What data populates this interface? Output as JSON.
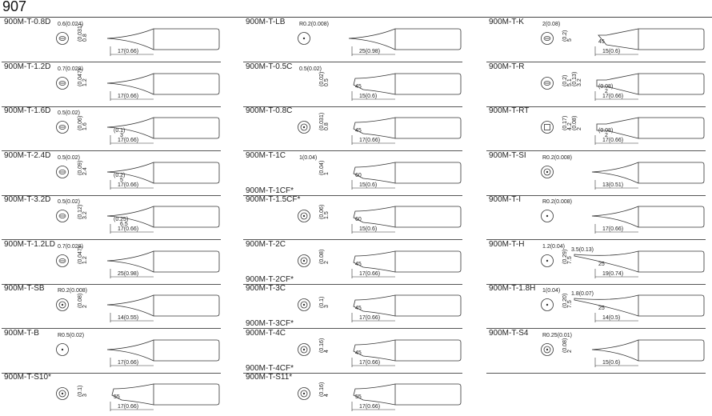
{
  "title": "907",
  "columns": [
    [
      {
        "label": "900M-T-0.8D",
        "face": "slot",
        "dims": [
          "(0.031)",
          "0.8"
        ],
        "lens": [
          "17(0.66)"
        ],
        "extra": [
          "0.6(0.024)"
        ],
        "tip": "D"
      },
      {
        "label": "900M-T-1.2D",
        "face": "slot",
        "dims": [
          "(0.047)",
          "1.2"
        ],
        "lens": [
          "17(0.66)"
        ],
        "extra": [
          "0.7(0.028)"
        ],
        "tip": "D"
      },
      {
        "label": "900M-T-1.6D",
        "face": "slot",
        "dims": [
          "(0.06)",
          "1.6"
        ],
        "lens": [
          "17(0.66)",
          "(0.1)",
          "3"
        ],
        "extra": [
          "0.5(0.02)"
        ],
        "tip": "D"
      },
      {
        "label": "900M-T-2.4D",
        "face": "slot",
        "dims": [
          "(0.09)",
          "2.4"
        ],
        "lens": [
          "17(0.66)",
          "(0.2)",
          "5"
        ],
        "extra": [
          "0.5(0.02)"
        ],
        "tip": "D"
      },
      {
        "label": "900M-T-3.2D",
        "face": "slot",
        "dims": [
          "(0.12)",
          "3.2"
        ],
        "lens": [
          "17(0.66)",
          "(0.25)",
          "6.5"
        ],
        "extra": [
          "0.5(0.02)"
        ],
        "tip": "D"
      },
      {
        "label": "900M-T-1.2LD",
        "face": "slot",
        "dims": [
          "(0.047)",
          "1.2"
        ],
        "lens": [
          "25(0.98)"
        ],
        "extra": [
          "0.7(0.028)"
        ],
        "tip": "D"
      },
      {
        "label": "900M-T-SB",
        "face": "ring",
        "dims": [
          "(0.08)",
          "2"
        ],
        "lens": [
          "14(0.55)"
        ],
        "extra": [
          "R0.2(0.008)"
        ],
        "tip": "B"
      },
      {
        "label": "900M-T-B",
        "face": "dot",
        "dims": [],
        "lens": [
          "17(0.66)"
        ],
        "extra": [
          "R0.5(0.02)"
        ],
        "tip": "B"
      },
      {
        "label": "900M-T-S10*",
        "face": "ring",
        "dims": [
          "(0.1)",
          "3"
        ],
        "lens": [
          "17(0.66)",
          "55"
        ],
        "extra": [],
        "tip": "S"
      }
    ],
    [
      {
        "label": "900M-T-LB",
        "face": "dot",
        "dims": [],
        "lens": [
          "25(0.98)"
        ],
        "extra": [
          "R0.2(0.008)"
        ],
        "tip": "B"
      },
      {
        "label": "900M-T-0.5C",
        "face": "none",
        "dims": [
          "(0.02)",
          "0.5"
        ],
        "lens": [
          "15(0.6)",
          "45"
        ],
        "extra": [
          "0.5(0.02)"
        ],
        "tip": "C"
      },
      {
        "label": "900M-T-0.8C",
        "face": "ring",
        "dims": [
          "(0.031)",
          "0.8"
        ],
        "lens": [
          "17(0.66)",
          "45"
        ],
        "extra": [],
        "tip": "C"
      },
      {
        "label": "900M-T-1C",
        "label2": "900M-T-1CF*",
        "face": "none",
        "dims": [
          "(0.04)",
          "1"
        ],
        "lens": [
          "15(0.6)",
          "60"
        ],
        "extra": [
          "1(0.04)"
        ],
        "tip": "C"
      },
      {
        "label": "900M-T-1.5CF*",
        "face": "ring",
        "dims": [
          "(0.06)",
          "1.5"
        ],
        "lens": [
          "15(0.6)",
          "60"
        ],
        "extra": [],
        "tip": "C"
      },
      {
        "label": "900M-T-2C",
        "label2": "900M-T-2CF*",
        "face": "ring",
        "dims": [
          "(0.08)",
          "2"
        ],
        "lens": [
          "17(0.66)",
          "45"
        ],
        "extra": [],
        "tip": "C"
      },
      {
        "label": "900M-T-3C",
        "label2": "900M-T-3CF*",
        "face": "ring",
        "dims": [
          "(0.1)",
          "3"
        ],
        "lens": [
          "17(0.66)",
          "45"
        ],
        "extra": [],
        "tip": "C"
      },
      {
        "label": "900M-T-4C",
        "label2": "900M-T-4CF*",
        "face": "ring",
        "dims": [
          "(0.16)",
          "4"
        ],
        "lens": [
          "17(0.66)",
          "45"
        ],
        "extra": [],
        "tip": "C"
      },
      {
        "label": "900M-T-S11*",
        "face": "ring",
        "dims": [
          "(0.16)",
          "4"
        ],
        "lens": [
          "17(0.66)",
          "55"
        ],
        "extra": [],
        "tip": "S"
      }
    ],
    [
      {
        "label": "900M-T-K",
        "face": "slot2",
        "dims": [
          "(0.2)",
          "5"
        ],
        "lens": [
          "15(0.6)",
          "45"
        ],
        "extra": [
          "2(0.08)"
        ],
        "tip": "K"
      },
      {
        "label": "900M-T-R",
        "face": "slot2",
        "dims": [
          "(0.2)",
          "5.1",
          "(0.13)",
          "3.2"
        ],
        "lens": [
          "17(0.66)",
          "(0.08)",
          "2"
        ],
        "extra": [],
        "tip": "R"
      },
      {
        "label": "900M-T-RT",
        "face": "square",
        "dims": [
          "(0.17)",
          "4.2",
          "(0.08)",
          "2"
        ],
        "lens": [
          "17(0.66)",
          "(0.08)",
          "2"
        ],
        "extra": [],
        "tip": "R"
      },
      {
        "label": "900M-T-SI",
        "face": "ring",
        "dims": [],
        "lens": [
          "13(0.51)"
        ],
        "extra": [
          "R0.2(0.008)"
        ],
        "tip": "I"
      },
      {
        "label": "900M-T-I",
        "face": "dot",
        "dims": [],
        "lens": [
          "17(0.66)"
        ],
        "extra": [
          "R0.2(0.008)"
        ],
        "tip": "I"
      },
      {
        "label": "900M-T-H",
        "face": "pin",
        "dims": [
          "(0.29)",
          "7.5"
        ],
        "lens": [
          "19(0.74)",
          "25"
        ],
        "extra": [
          "1.2(0.04)",
          "3.5(0.13)"
        ],
        "tip": "H"
      },
      {
        "label": "900M-T-1.8H",
        "face": "pin",
        "dims": [
          "(0.20)",
          "7.5"
        ],
        "lens": [
          "14(0.5)",
          "25"
        ],
        "extra": [
          "1(0.04)",
          "1.8(0.07)"
        ],
        "tip": "H"
      },
      {
        "label": "900M-T-S4",
        "face": "ring",
        "dims": [
          "(0.08)",
          "2"
        ],
        "lens": [
          "15(0.6)"
        ],
        "extra": [
          "R0.25(0.01)"
        ],
        "tip": "B"
      }
    ]
  ]
}
